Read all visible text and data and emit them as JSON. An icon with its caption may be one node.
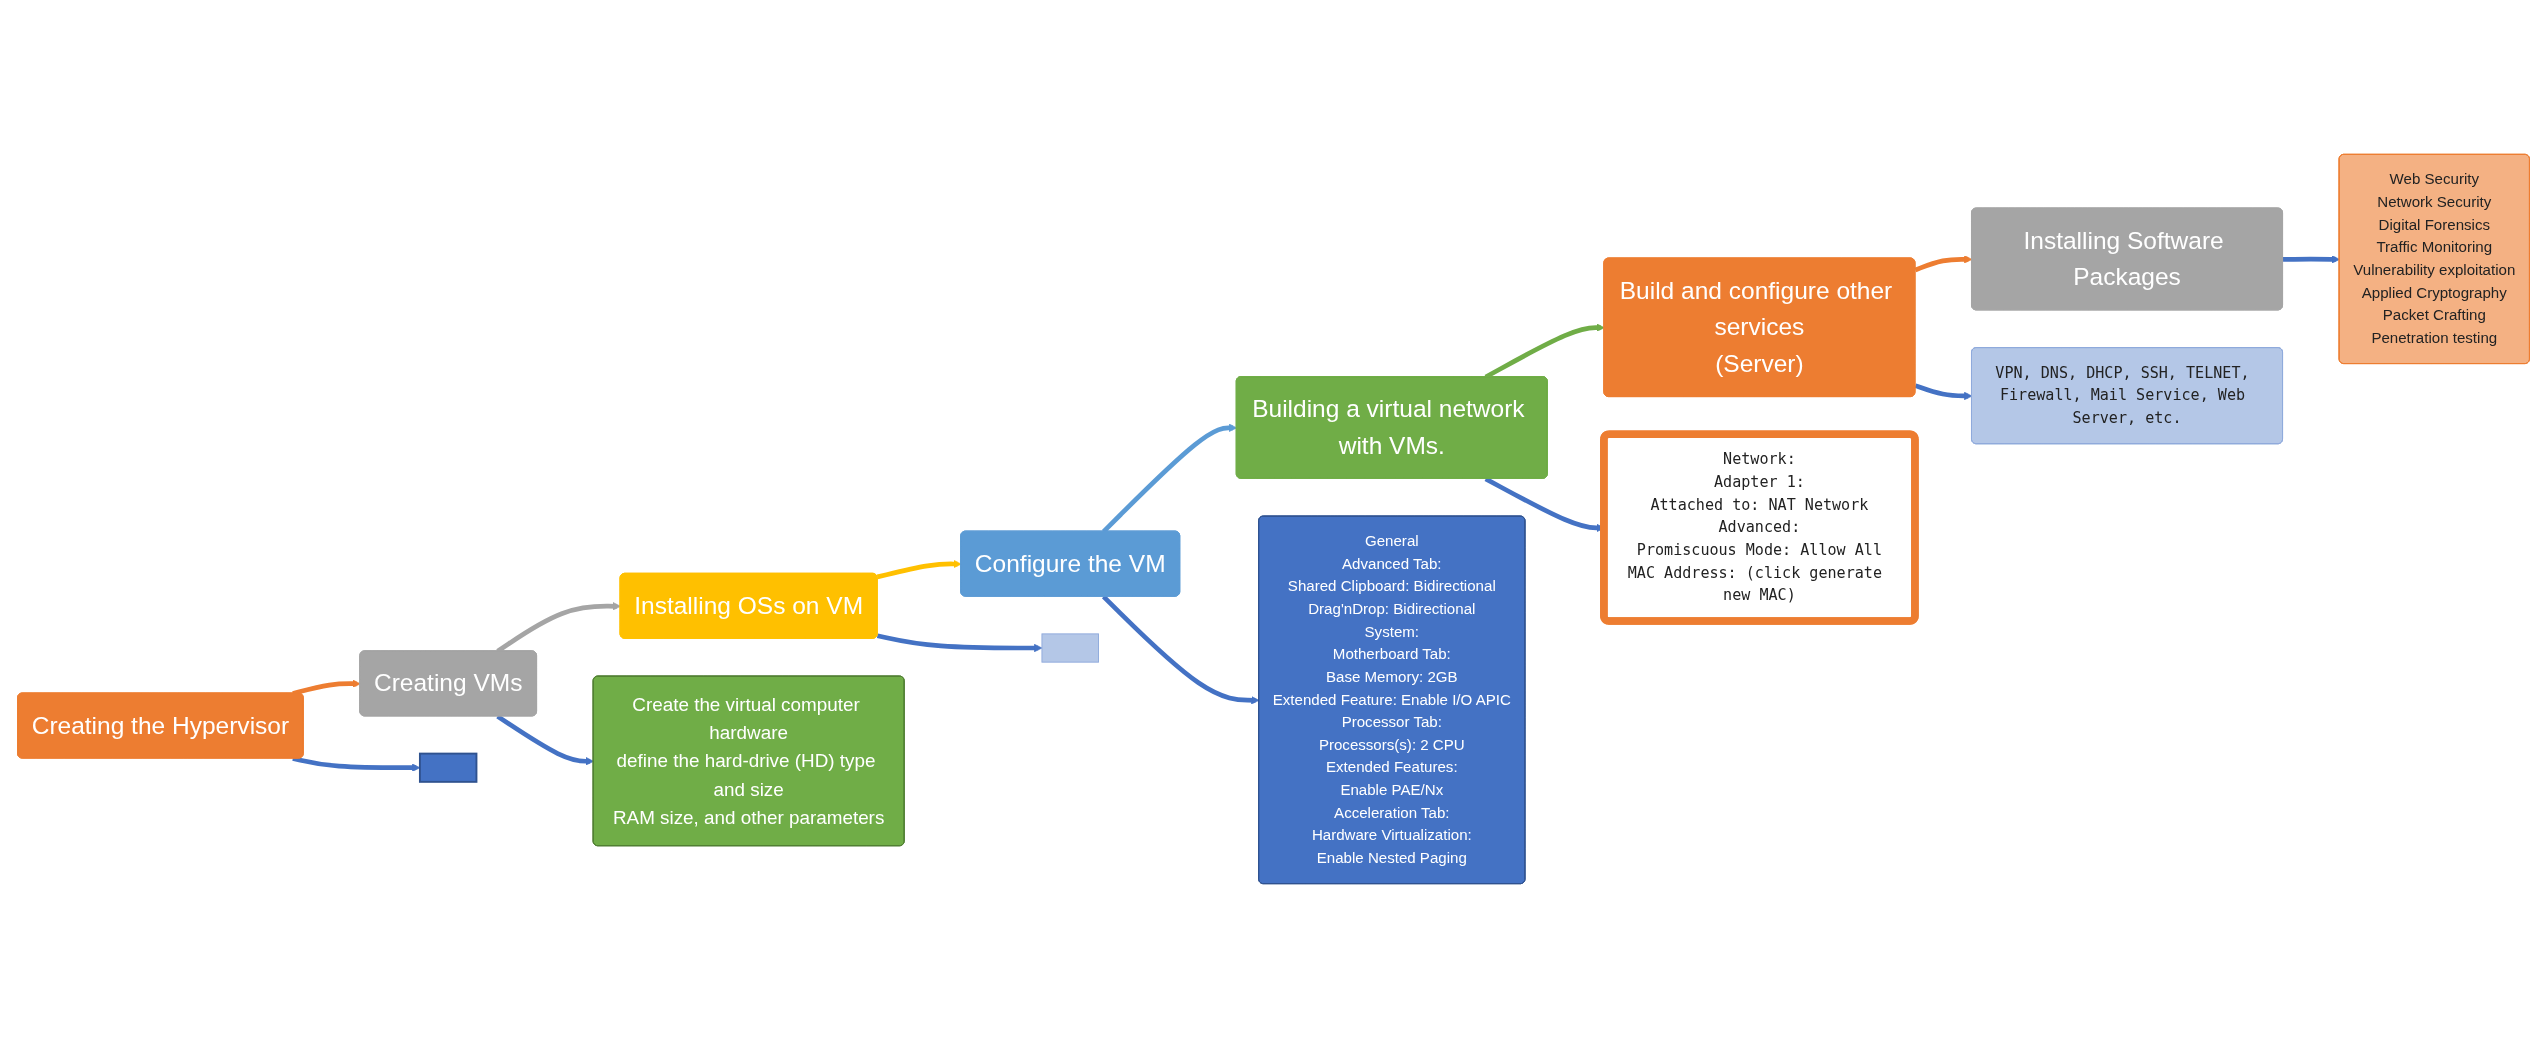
{
  "diagram": {
    "nodes": [
      {
        "text": [
          "Creating the Hypervisor"
        ]
      },
      {
        "text": [
          "Creating VMs"
        ]
      },
      {
        "text": [
          "Installing OSs on VM"
        ]
      },
      {
        "text": [
          "Configure the VM"
        ]
      },
      {
        "text": [
          "Building a virtual network with VMs."
        ]
      },
      {
        "text": [
          "Build and configure other services",
          "(Server)"
        ]
      },
      {
        "text": [
          "Installing Software Packages"
        ]
      },
      {
        "text": [],
        "shape": "box"
      },
      {
        "text": [
          "Create the virtual computer hardware",
          "define the hard-drive (HD) type and size",
          "RAM size, and other parameters"
        ]
      },
      {
        "text": [],
        "shape": "box"
      },
      {
        "text": [
          "General",
          "Advanced Tab:",
          "Shared Clipboard: Bidirectional",
          "Drag'nDrop: Bidirectional",
          "System:",
          "Motherboard Tab:",
          "Base Memory: 2GB",
          "Extended Feature: Enable I/O APIC",
          "Processor Tab:",
          "Processors(s): 2 CPU",
          "Extended Features:",
          "Enable PAE/Nx",
          "Acceleration Tab:",
          "Hardware Virtualization:",
          "Enable Nested Paging"
        ]
      },
      {
        "text": [
          "Network:",
          "Adapter 1:",
          "Attached to: NAT Network",
          "Advanced:",
          "Promiscuous Mode: Allow All",
          "MAC Address: (click generate new MAC)"
        ]
      },
      {
        "text": [
          "VPN, DNS, DHCP, SSH, TELNET, Firewall, Mail Service, Web Server, etc."
        ]
      },
      {
        "text": [
          "Web  Security",
          "Network Security",
          "Digital Forensics",
          "Traffic Monitoring",
          "Vulnerability exploitation",
          "Applied Cryptography",
          "Packet Crafting",
          "Penetration testing"
        ]
      }
    ],
    "edges": [
      {
        "from": 0,
        "to": 1,
        "arrow": "to",
        "color": "#ed7d31"
      },
      {
        "from": 1,
        "to": 2,
        "arrow": "to",
        "color": "#a5a5a5"
      },
      {
        "from": 2,
        "to": 3,
        "arrow": "to",
        "color": "#ffc000"
      },
      {
        "from": 3,
        "to": 4,
        "arrow": "to",
        "color": "#5b9bd5"
      },
      {
        "from": 4,
        "to": 5,
        "arrow": "to",
        "color": "#70ad47"
      },
      {
        "from": 5,
        "to": 6,
        "arrow": "to",
        "color": "#ed7d31"
      },
      {
        "from": 0,
        "to": 7,
        "arrow": "to"
      },
      {
        "from": 1,
        "to": 8,
        "arrow": "to"
      },
      {
        "from": 2,
        "to": 9,
        "arrow": "to"
      },
      {
        "from": 3,
        "to": 10,
        "arrow": "to"
      },
      {
        "from": 4,
        "to": 11,
        "arrow": "to"
      },
      {
        "from": 5,
        "to": 12,
        "arrow": "to"
      },
      {
        "from": 6,
        "to": 13,
        "arrow": "to"
      }
    ]
  }
}
